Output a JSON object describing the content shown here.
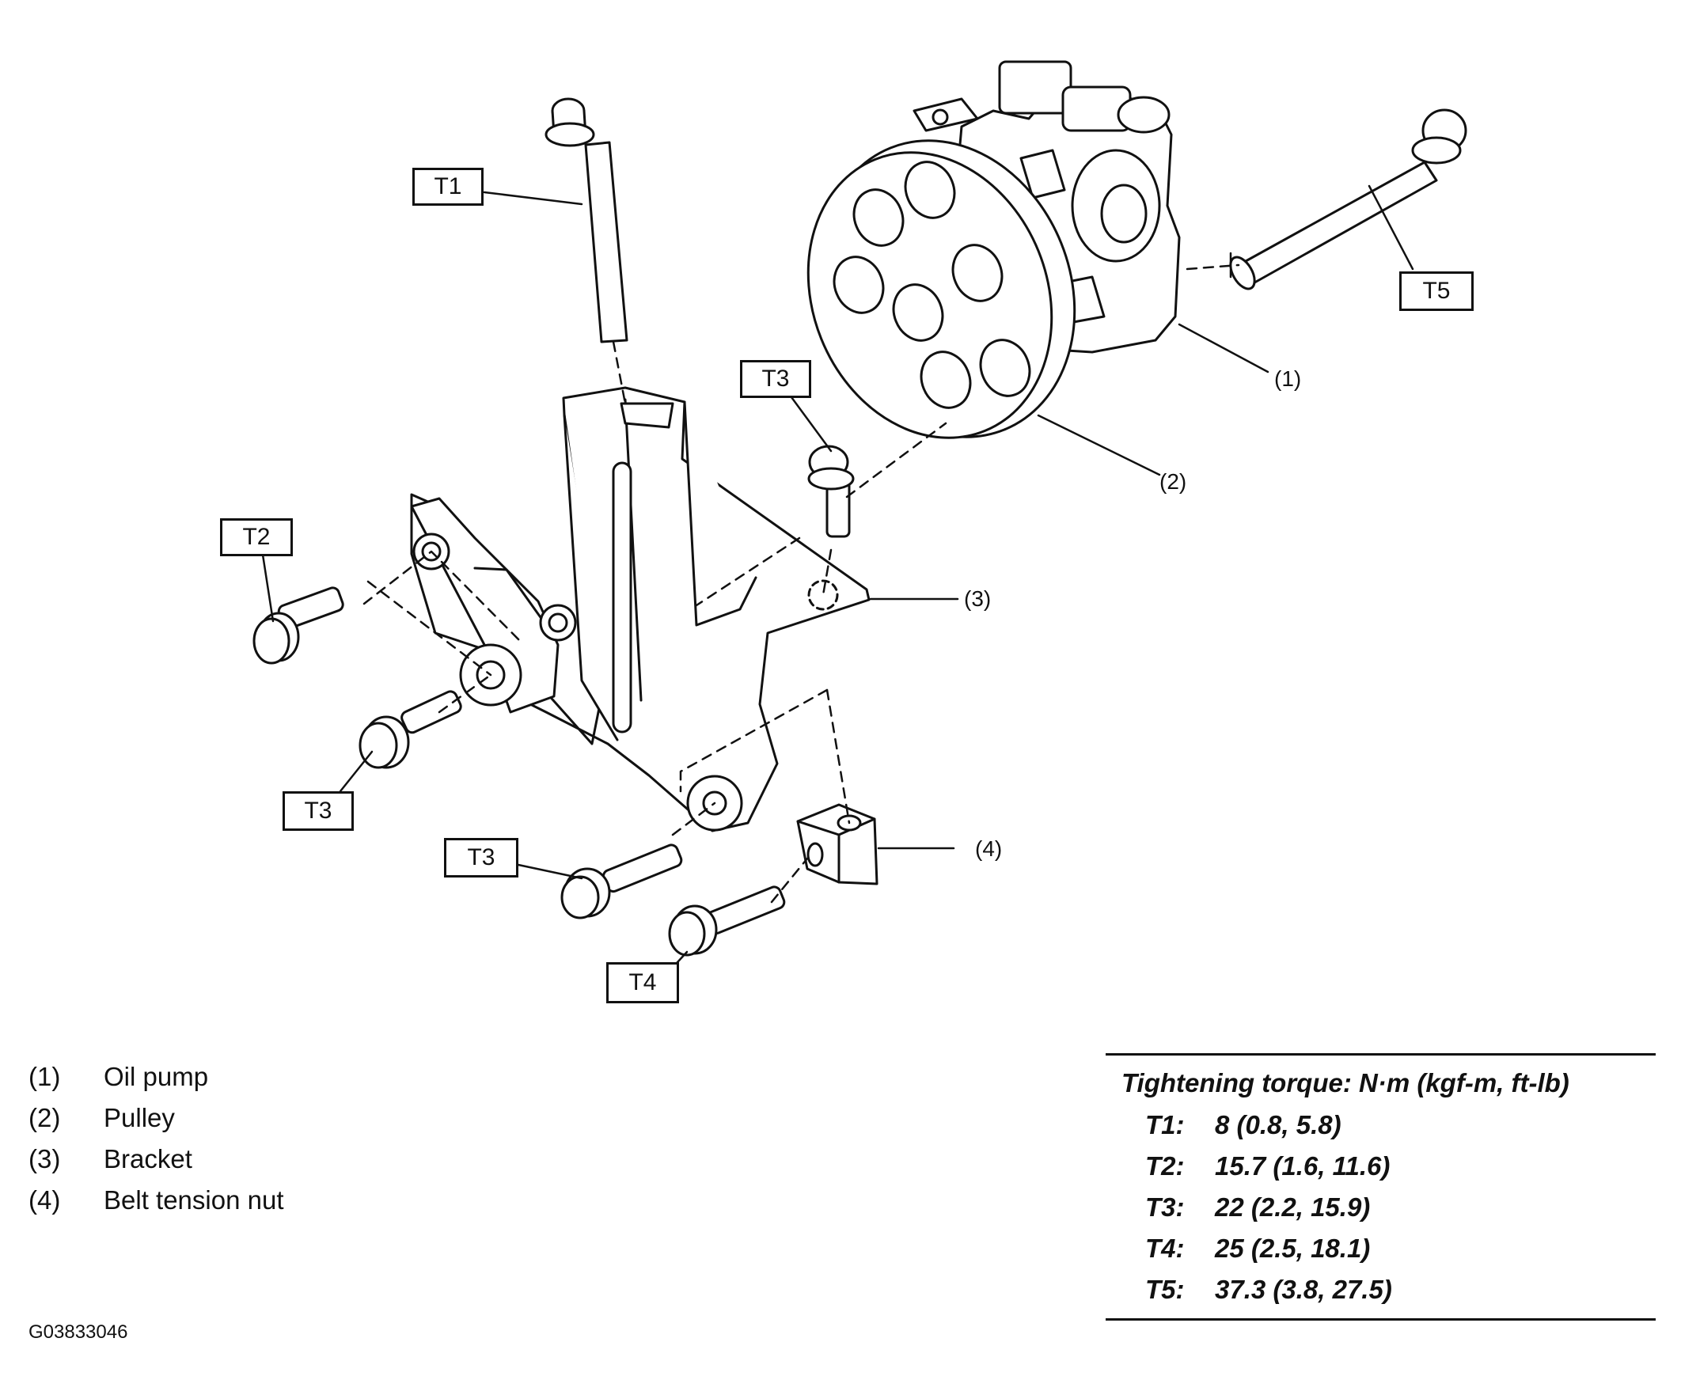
{
  "callout_boxes": {
    "t1": "T1",
    "t2": "T2",
    "t3_top": "T3",
    "t3_left": "T3",
    "t3_bottom": "T3",
    "t4": "T4",
    "t5": "T5"
  },
  "part_callouts": {
    "p1": "(1)",
    "p2": "(2)",
    "p3": "(3)",
    "p4": "(4)"
  },
  "legend": [
    {
      "num": "(1)",
      "label": "Oil pump"
    },
    {
      "num": "(2)",
      "label": "Pulley"
    },
    {
      "num": "(3)",
      "label": "Bracket"
    },
    {
      "num": "(4)",
      "label": "Belt tension nut"
    }
  ],
  "torque": {
    "title": "Tightening torque: N·m (kgf-m, ft-lb)",
    "rows": [
      {
        "id": "T1:",
        "value": "8 (0.8, 5.8)"
      },
      {
        "id": "T2:",
        "value": "15.7 (1.6, 11.6)"
      },
      {
        "id": "T3:",
        "value": "22 (2.2, 15.9)"
      },
      {
        "id": "T4:",
        "value": "25 (2.5, 18.1)"
      },
      {
        "id": "T5:",
        "value": "37.3 (3.8, 27.5)"
      }
    ]
  },
  "figure_id": "G03833046"
}
